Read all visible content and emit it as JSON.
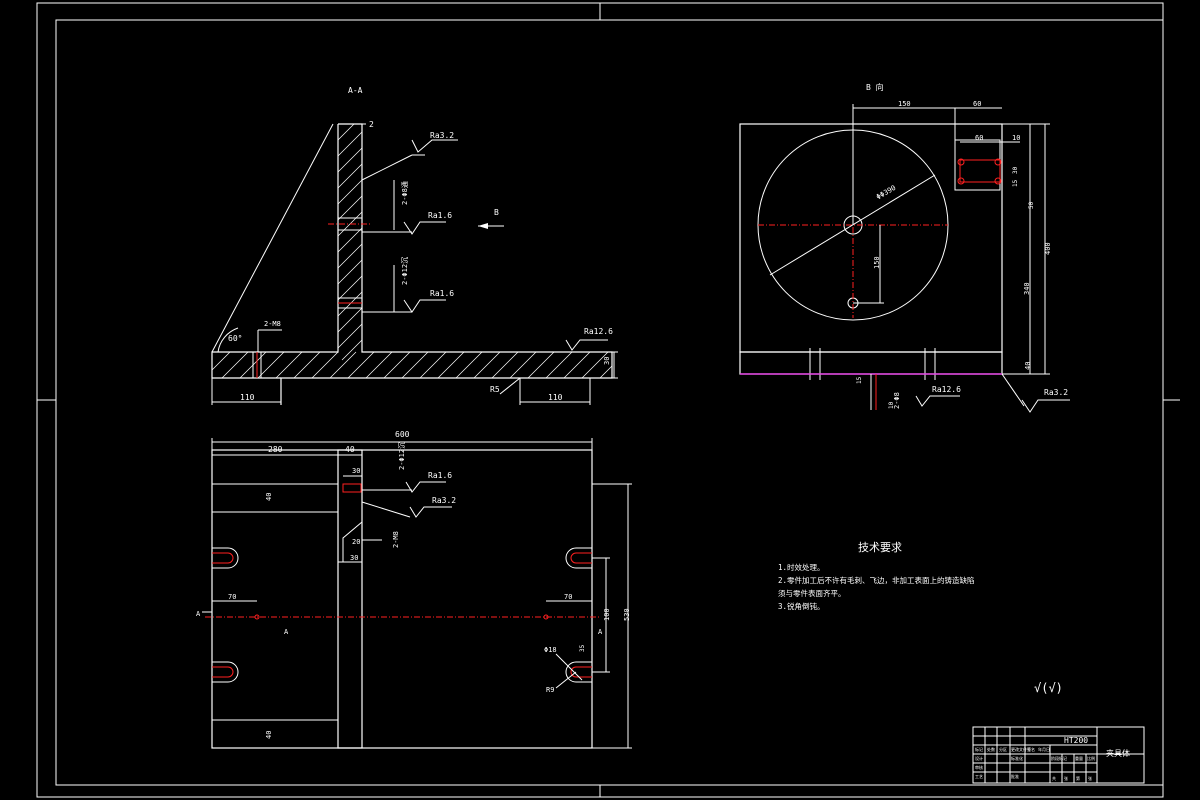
{
  "section_view": {
    "title": "A-A",
    "roughness": [
      "Ra3.2",
      "Ra1.6",
      "Ra1.6",
      "Ra12.6"
    ],
    "dim_top": "2",
    "view_arrow": "B",
    "angle": "60°",
    "thread_note": "2-M8",
    "radius": "R5",
    "dim_left": "110",
    "dim_right": "110",
    "dim_thickness": "30",
    "hole_note_1": "2-Φ8通",
    "hole_note_2": "2-Φ12沉"
  },
  "view_b": {
    "title": "B 向",
    "dims": [
      "150",
      "60",
      "60",
      "10",
      "30",
      "15",
      "50",
      "ΦΦ390",
      "150",
      "400",
      "340",
      "40",
      "15",
      "10",
      "Ra12.6",
      "Ra3.2"
    ],
    "hole_note": "2-Φ8"
  },
  "plan_view": {
    "dims": [
      "600",
      "280",
      "40",
      "30",
      "40",
      "40",
      "30",
      "70",
      "70",
      "100",
      "530",
      "20",
      "R9",
      "35"
    ],
    "roughness": [
      "Ra1.6",
      "Ra3.2"
    ],
    "hole_note_1": "2-Φ12沉",
    "hole_note_2": "2-M8",
    "section_marks": [
      "A",
      "A",
      "A"
    ]
  },
  "tech_req": {
    "title": "技术要求",
    "items": [
      "1.时效处理。",
      "2.零件加工后不许有毛刺、飞边，非加工表面上的铸造缺陷",
      "须与零件表面齐平。",
      "3.锐角倒钝。"
    ],
    "symbol": "√(√)"
  },
  "title_block": {
    "material": "HT200",
    "name": "夹具体",
    "labels": [
      "标记",
      "处数",
      "分区",
      "更改文件号",
      "签名",
      "年月日",
      "设计",
      "标准化",
      "阶段标记",
      "重量",
      "比例",
      "审核",
      "工艺",
      "批准",
      "共",
      "张",
      "第",
      "张"
    ]
  }
}
